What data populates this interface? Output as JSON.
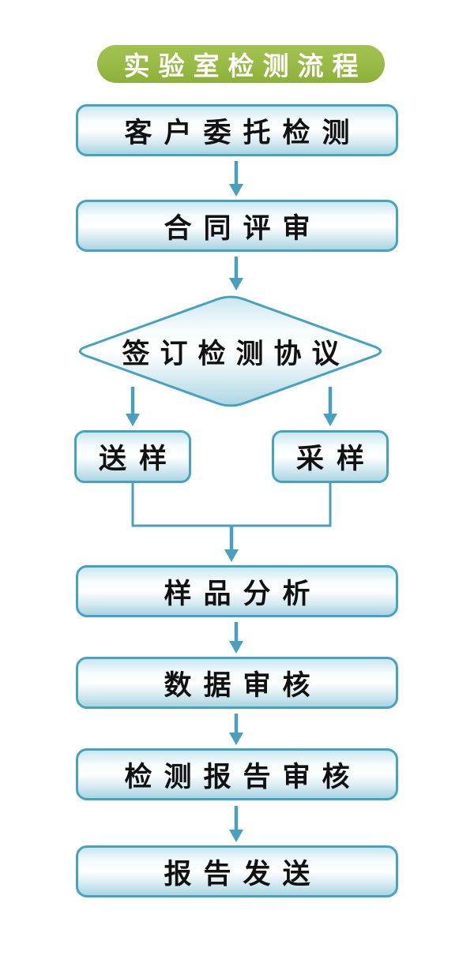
{
  "title": {
    "label": "实验室检测流程"
  },
  "flow": {
    "steps": [
      {
        "id": "customer-request",
        "label": "客户委托检测",
        "type": "process"
      },
      {
        "id": "contract-review",
        "label": "合同评审",
        "type": "process"
      },
      {
        "id": "sign-agreement",
        "label": "签订检测协议",
        "type": "decision"
      },
      {
        "id": "send-sample",
        "label": "送样",
        "type": "process"
      },
      {
        "id": "collect-sample",
        "label": "采样",
        "type": "process"
      },
      {
        "id": "sample-analysis",
        "label": "样品分析",
        "type": "process"
      },
      {
        "id": "data-review",
        "label": "数据审核",
        "type": "process"
      },
      {
        "id": "report-review",
        "label": "检测报告审核",
        "type": "process"
      },
      {
        "id": "report-delivery",
        "label": "报告发送",
        "type": "process"
      }
    ]
  },
  "colors": {
    "accent-green": "#98ba45",
    "node-border": "#46a3bd",
    "arrow-color": "#4a9fbc",
    "node-text": "#111111",
    "title-text": "#ffffff",
    "canvas-bg": "#ffffff"
  }
}
